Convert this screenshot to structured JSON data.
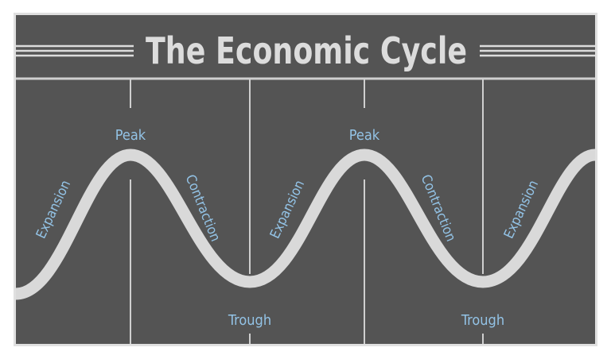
{
  "title": "The Economic Cycle",
  "colors": {
    "background": "#545454",
    "frame": "#e0e0e0",
    "curve": "#d9d9d9",
    "title": "#dcdcdc",
    "label": "#93c3e6",
    "lines": "#cfcfcf"
  },
  "labels": {
    "peak_1": "Peak",
    "peak_2": "Peak",
    "trough_1": "Trough",
    "trough_2": "Trough",
    "expansion_1": "Expansion",
    "contraction_1": "Contraction",
    "expansion_2": "Expansion",
    "contraction_2": "Contraction",
    "expansion_3": "Expansion"
  }
}
